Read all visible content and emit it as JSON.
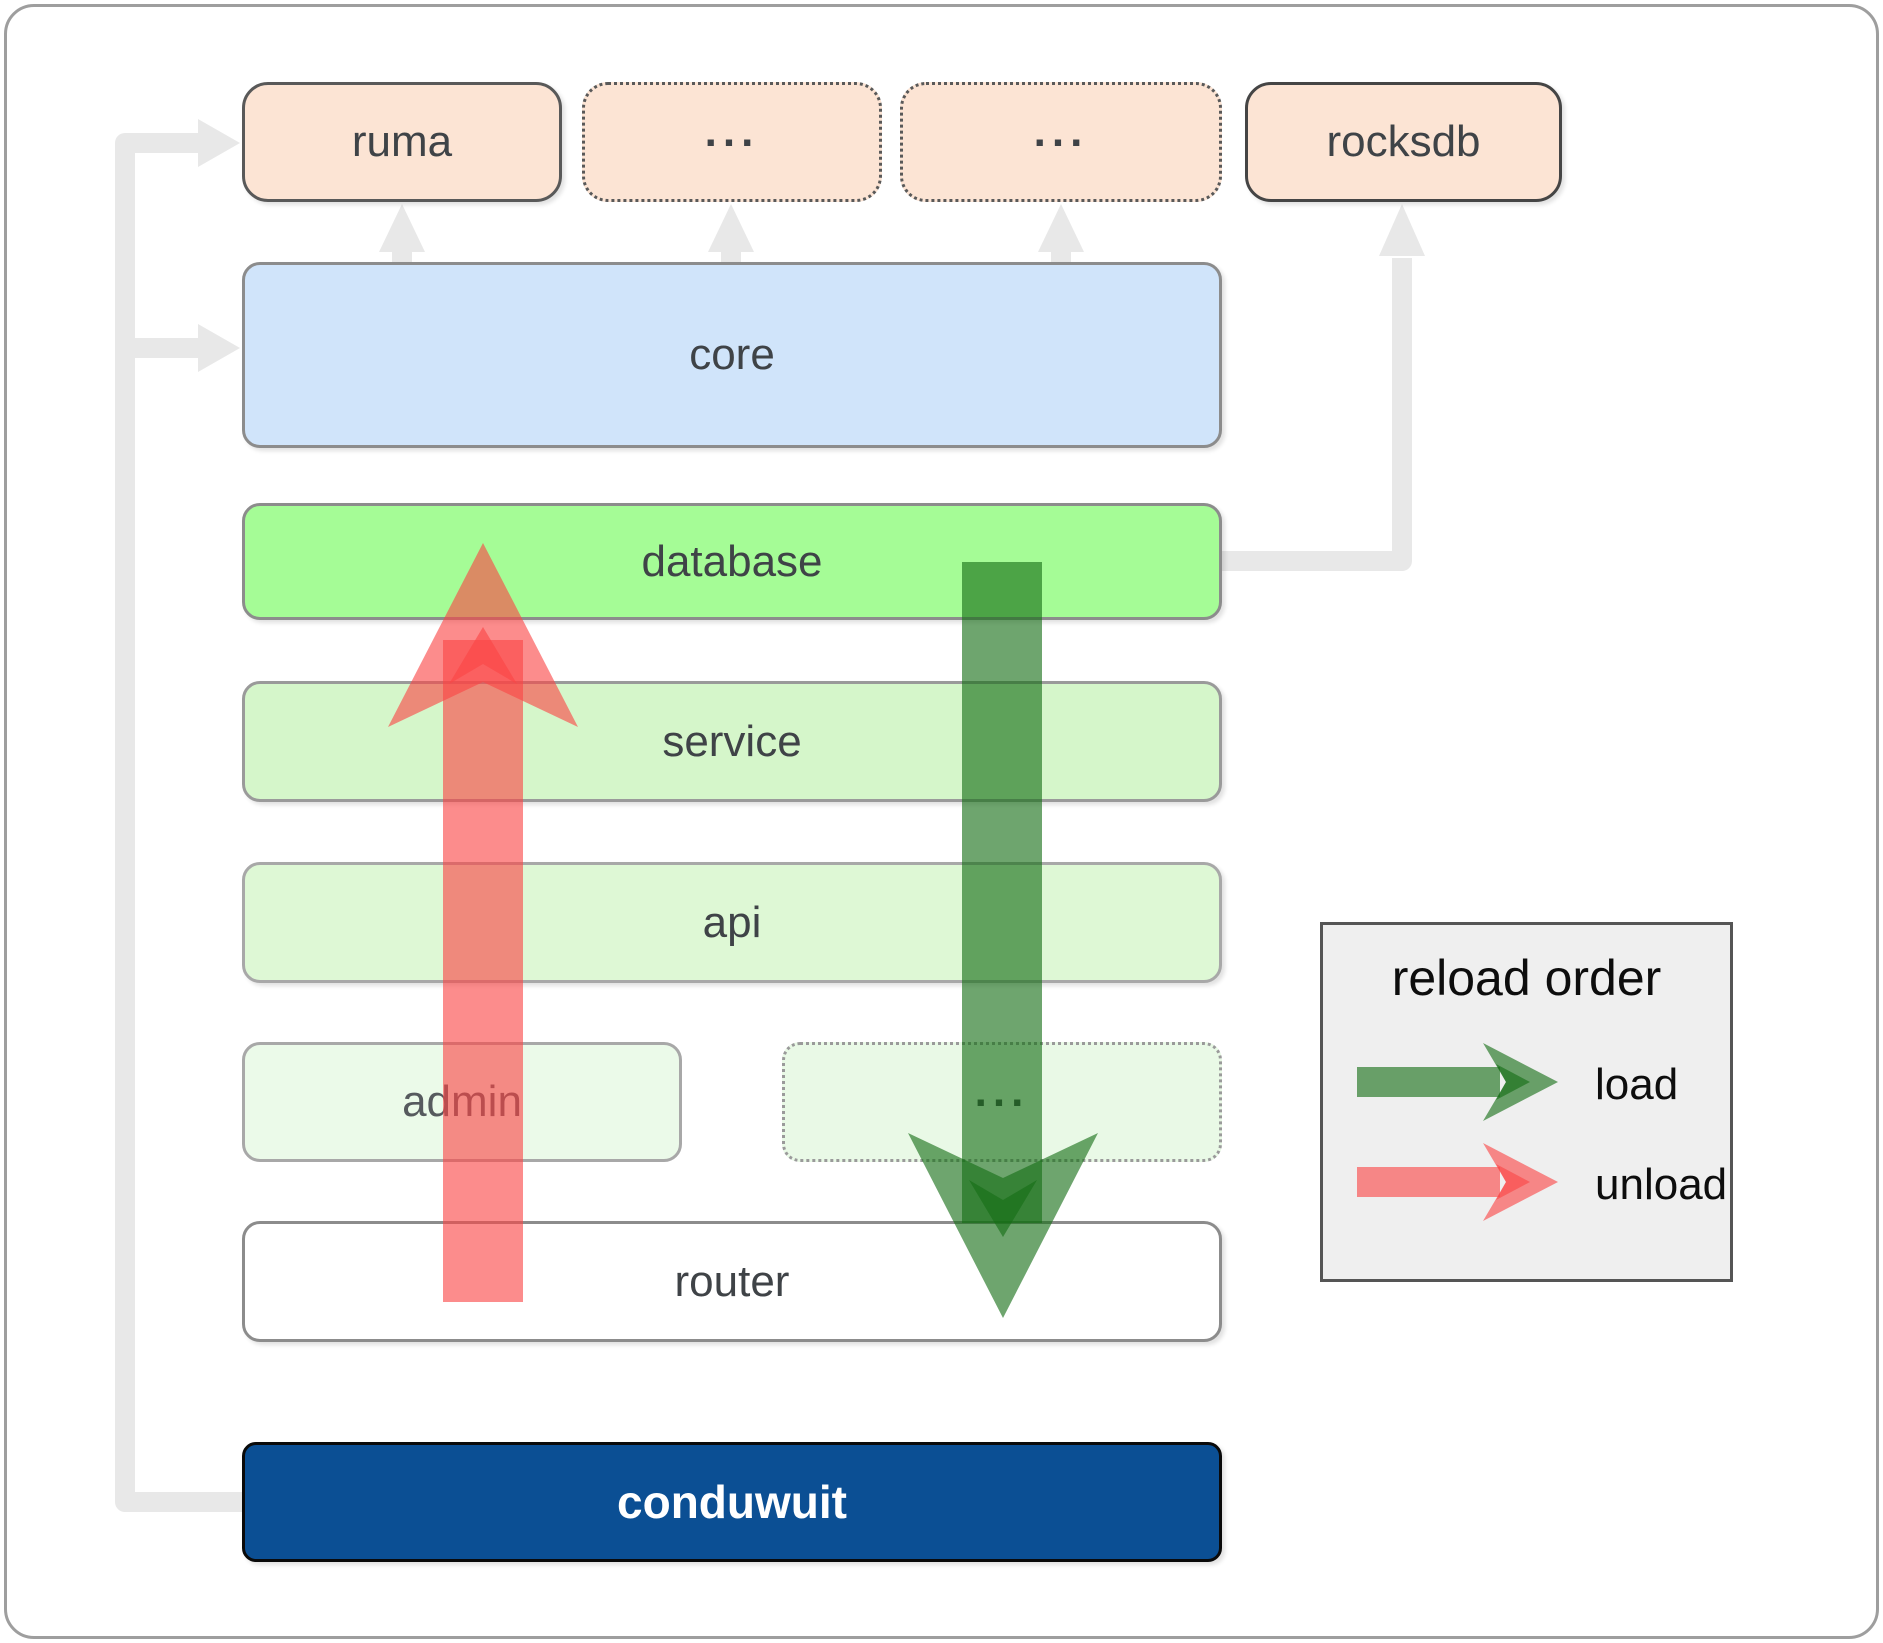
{
  "boxes": {
    "ruma": {
      "label": "ruma"
    },
    "ellipsis_top_1": {
      "label": "..."
    },
    "ellipsis_top_2": {
      "label": "..."
    },
    "rocksdb": {
      "label": "rocksdb"
    },
    "core": {
      "label": "core"
    },
    "database": {
      "label": "database"
    },
    "service": {
      "label": "service"
    },
    "api": {
      "label": "api"
    },
    "admin": {
      "label": "admin"
    },
    "ellipsis_admin": {
      "label": "..."
    },
    "router": {
      "label": "router"
    },
    "conduwuit": {
      "label": "conduwuit"
    }
  },
  "legend": {
    "title": "reload order",
    "items": [
      {
        "label": "load",
        "color": "#156e15"
      },
      {
        "label": "unload",
        "color": "#fa4646"
      }
    ]
  },
  "edges": [
    {
      "from": "conduwuit",
      "to": "ruma",
      "style": "gray-elbow-arrow"
    },
    {
      "from": "conduwuit",
      "to": "core",
      "style": "gray-elbow-arrow"
    },
    {
      "from": "core",
      "to": "ruma",
      "style": "gray-up-arrow"
    },
    {
      "from": "core",
      "to": "ellipsis_top_1",
      "style": "gray-up-arrow"
    },
    {
      "from": "core",
      "to": "ellipsis_top_2",
      "style": "gray-up-arrow"
    },
    {
      "from": "database",
      "to": "rocksdb",
      "style": "gray-elbow-arrow"
    },
    {
      "from": "database",
      "to": "router",
      "meaning": "load order",
      "style": "big-green-down-arrow"
    },
    {
      "from": "router",
      "to": "database",
      "meaning": "unload order",
      "style": "big-red-up-arrow"
    }
  ],
  "colors": {
    "peach_box": "#fce4d4",
    "core_blue": "#d0e4fa",
    "database_green": "#a5fc96",
    "service_green": "#d5f6ca",
    "api_green": "#def8d5",
    "admin_green": "#ebfae9",
    "conduwuit_navy": "#0b4f94",
    "connector_gray": "#e8e8e8",
    "load_arrow_green": "#156e15",
    "unload_arrow_red": "#fa4646",
    "legend_bg": "#efefef"
  }
}
